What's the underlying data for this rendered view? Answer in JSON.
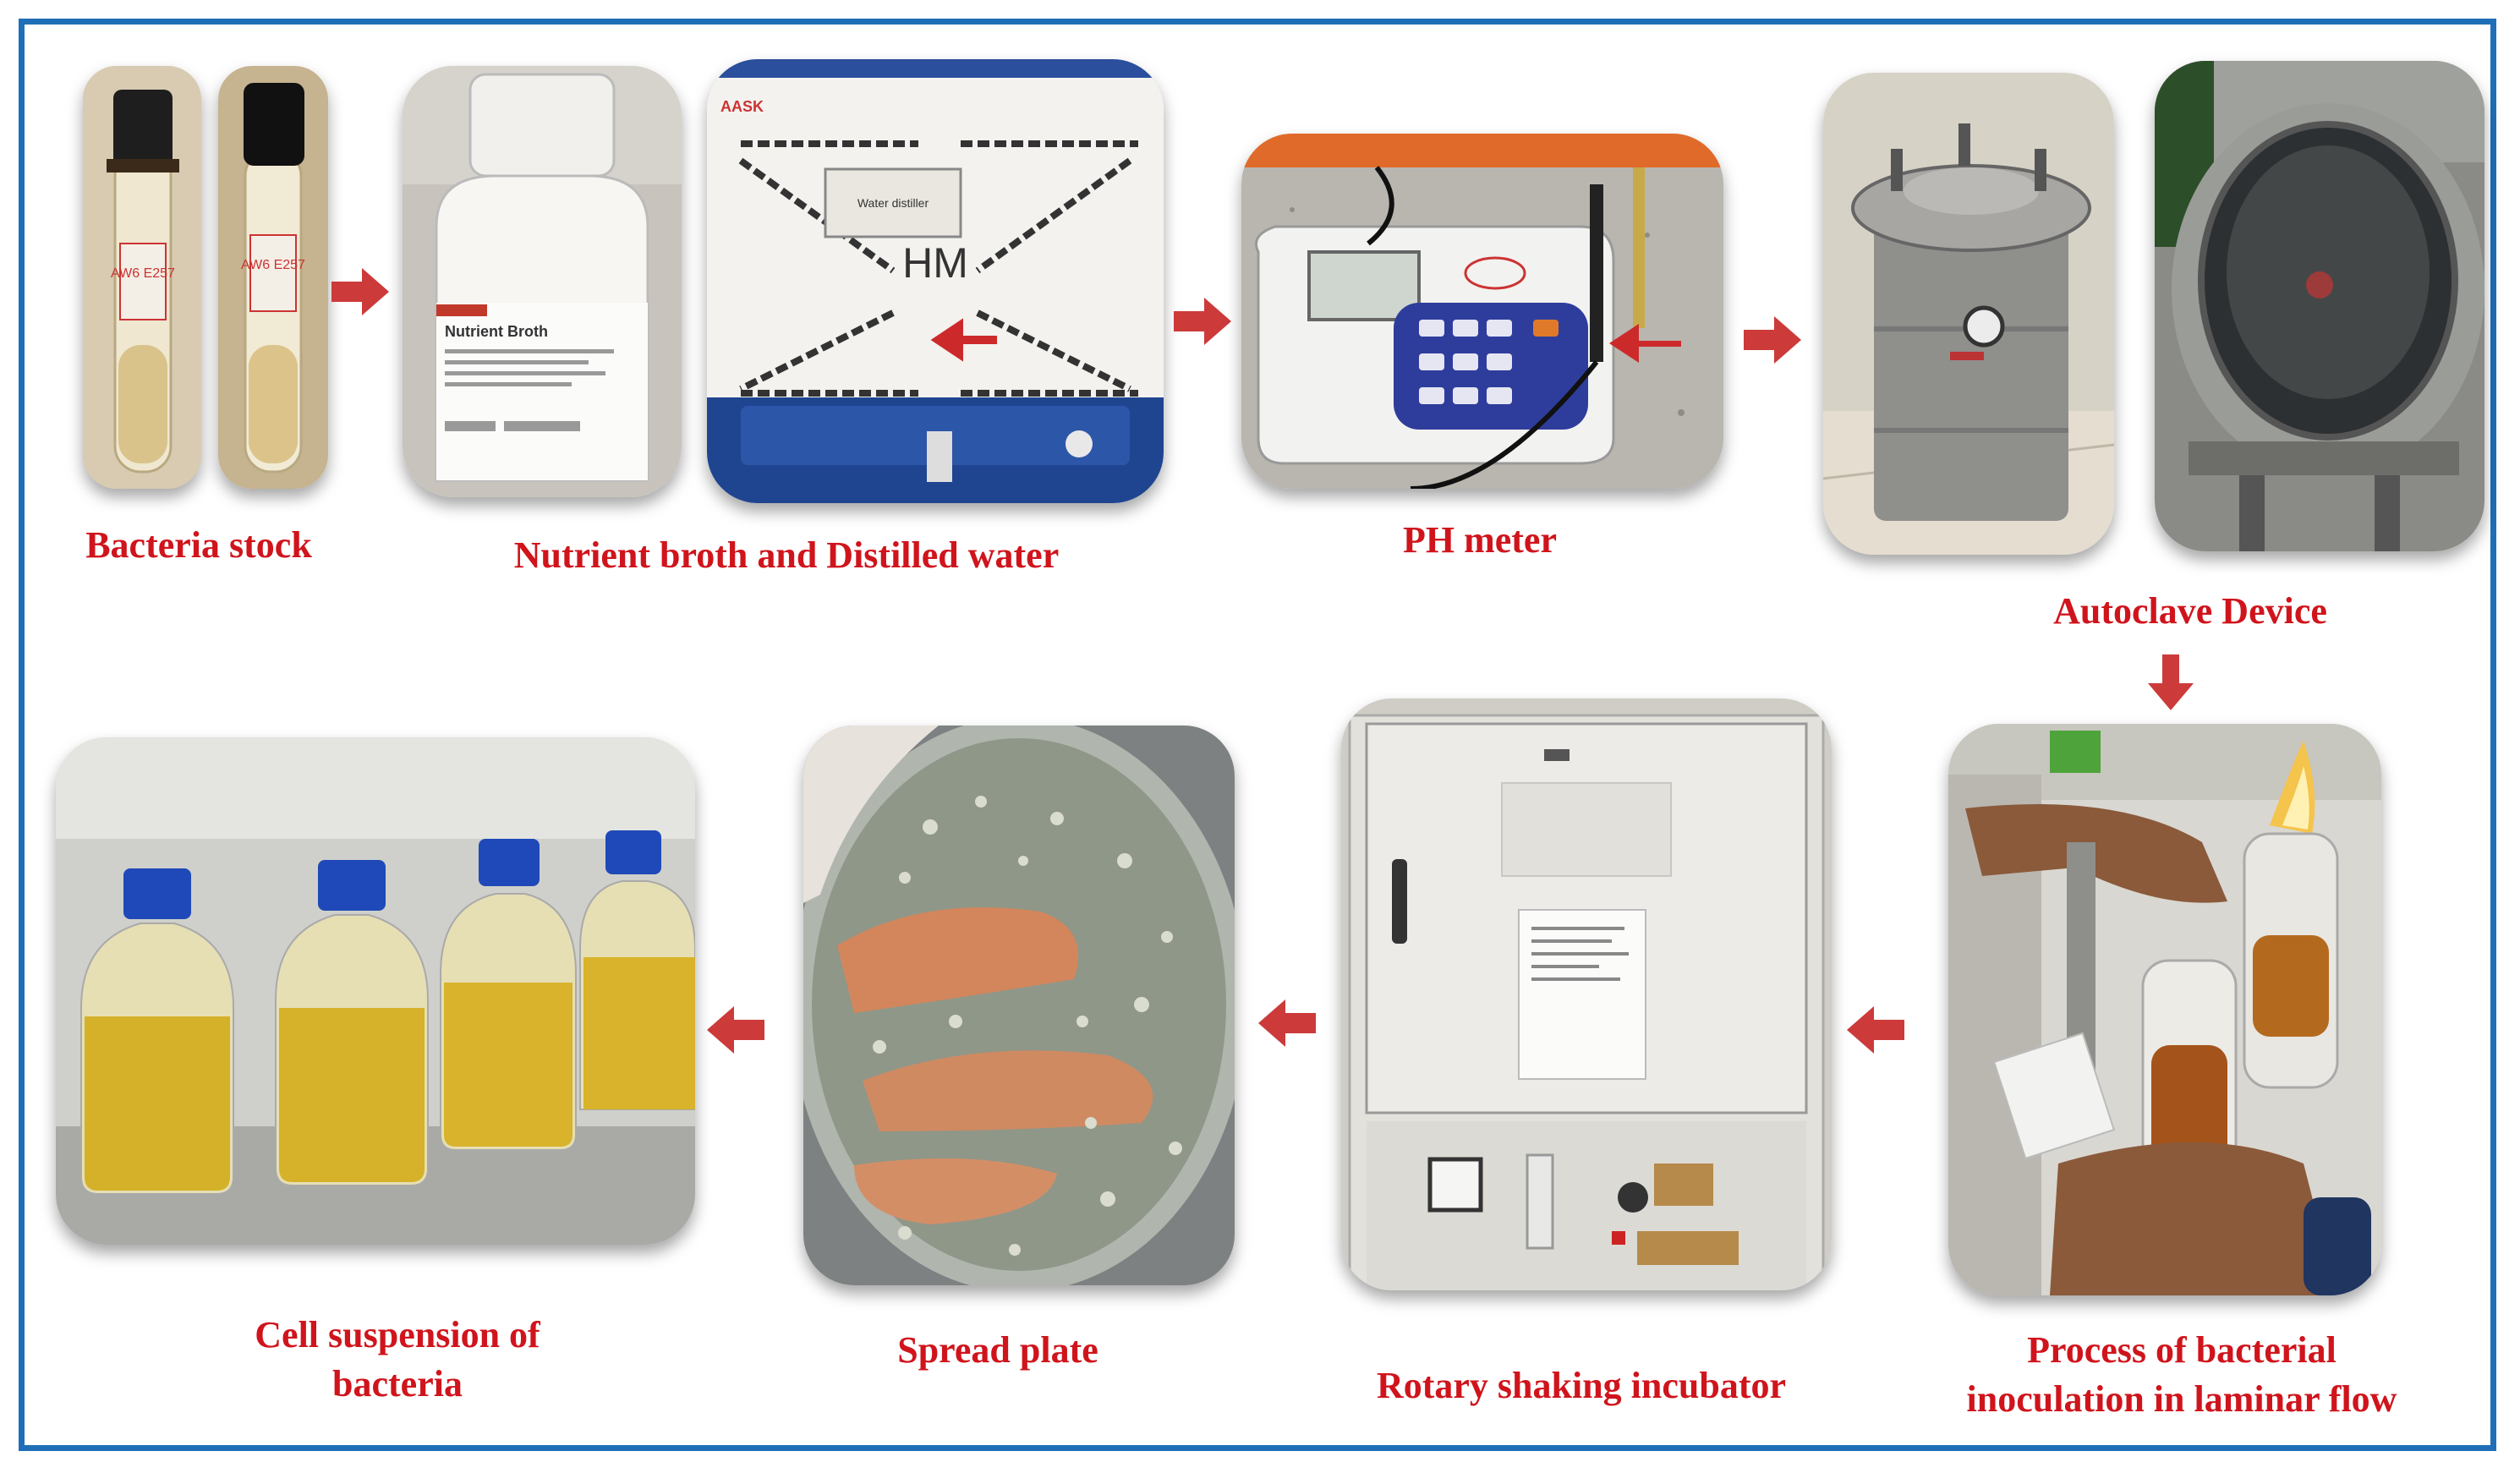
{
  "colors": {
    "border": "#1f6fb8",
    "label": "#d0141c",
    "arrow": "#cc3a3a"
  },
  "steps": [
    {
      "label": "Bacteria stock"
    },
    {
      "label": "Nutrient broth and Distilled water"
    },
    {
      "label": "PH meter"
    },
    {
      "label": "Autoclave Device"
    },
    {
      "label_line1": "Process of bacterial",
      "label_line2": "inoculation in laminar flow"
    },
    {
      "label": "Rotary shaking incubator"
    },
    {
      "label": "Spread plate"
    },
    {
      "label_line1": "Cell suspension of",
      "label_line2": "bacteria"
    }
  ],
  "photo_text": {
    "tube1": "AW6 E257",
    "tube2": "AW6 E257",
    "bottle_title": "Nutrient Broth",
    "distiller_brand": "AASK",
    "distiller_sign": "Water distiller",
    "distiller_letters": "HM"
  }
}
